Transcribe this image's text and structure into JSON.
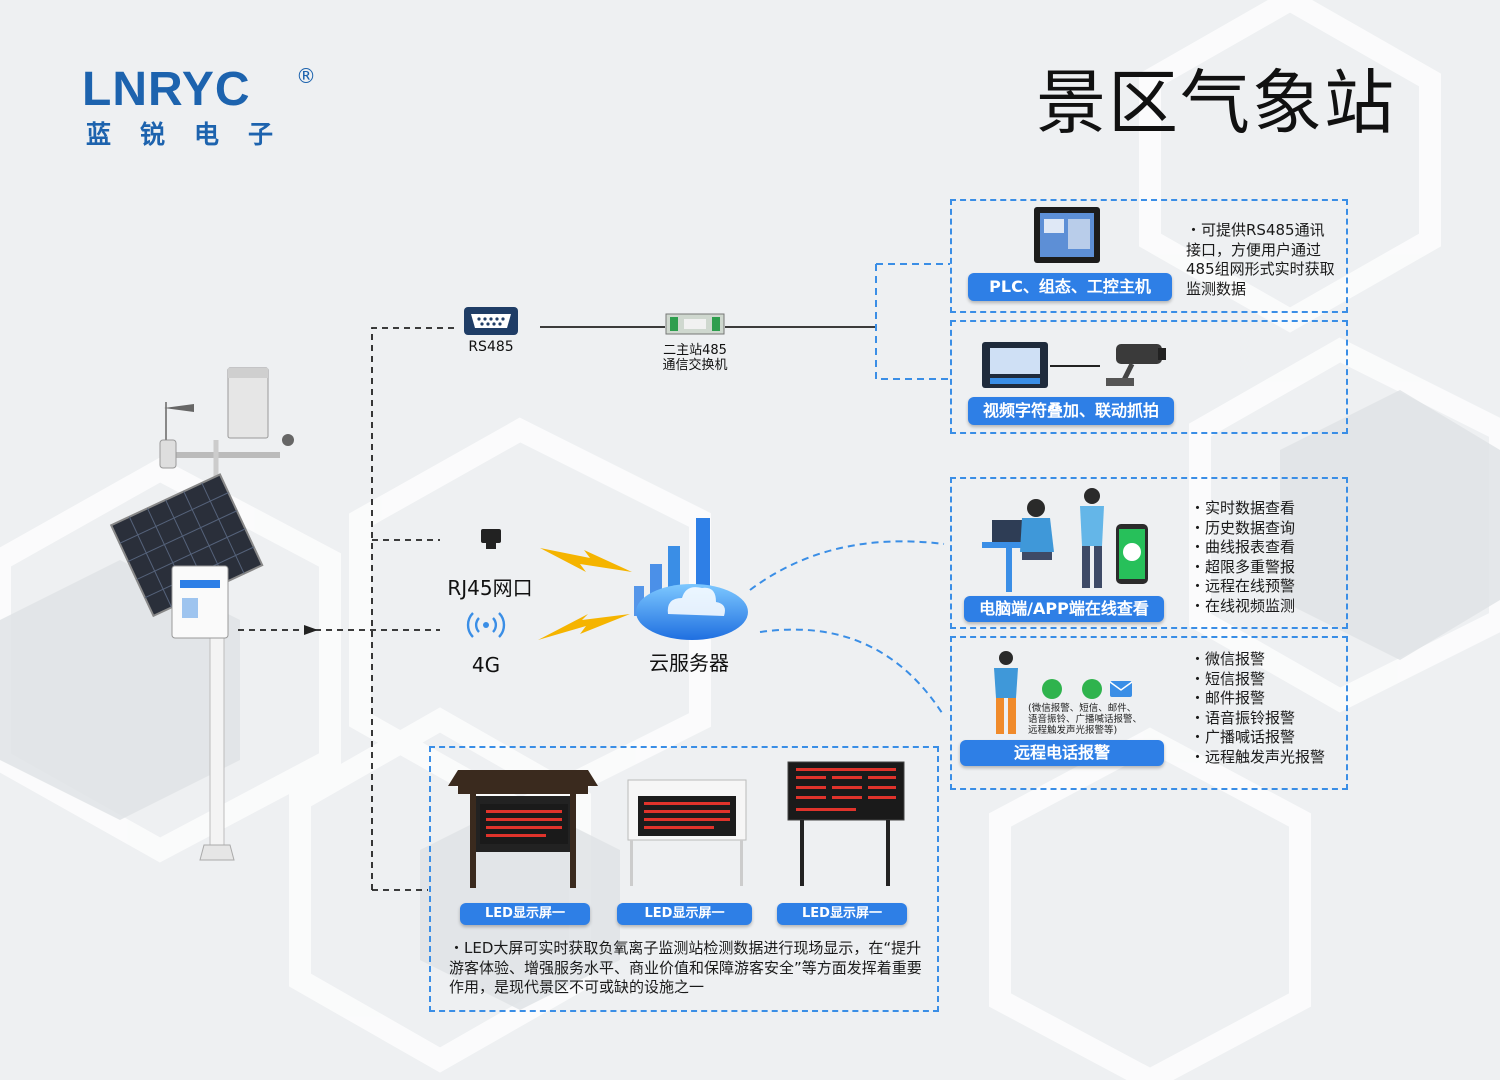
{
  "brand": {
    "name_en": "LNRYC",
    "registered_mark": "®",
    "name_cn": "蓝锐电子"
  },
  "title": "景区气象站",
  "wired": {
    "rs485_label": "RS485",
    "switch_label_line1": "二主站485",
    "switch_label_line2": "通信交换机"
  },
  "network": {
    "rj45_label": "RJ45网口",
    "g4_label": "4G",
    "cloud_label": "云服务器"
  },
  "plc_box": {
    "pill": "PLC、组态、工控主机",
    "desc": "・可提供RS485通讯接口，方便用户通过485组网形式实时获取监测数据"
  },
  "video_box": {
    "pill": "视频字符叠加、联动抓拍"
  },
  "online_box": {
    "pill": "电脑端/APP端在线查看",
    "features": [
      "・实时数据查看",
      "・历史数据查询",
      "・曲线报表查看",
      "・超限多重警报",
      "・远程在线预警",
      "・在线视频监测"
    ]
  },
  "alarm_box": {
    "pill": "远程电话报警",
    "caption_line1": "(微信报警、短信、邮件、",
    "caption_line2": "语音振铃、广播喊话报警、",
    "caption_line3": "远程触发声光报警等)",
    "features": [
      "・微信报警",
      "・短信报警",
      "・邮件报警",
      "・语音振铃报警",
      "・广播喊话报警",
      "・远程触发声光报警"
    ]
  },
  "led_box": {
    "screens": [
      "LED显示屏一",
      "LED显示屏一",
      "LED显示屏一"
    ],
    "desc": "・LED大屏可实时获取负氧离子监测站检测数据进行现场显示，在“提升游客体验、增强服务水平、商业价值和保障游客安全”等方面发挥着重要作用，是现代景区不可或缺的设施之一"
  },
  "colors": {
    "brand_blue": "#1d63ae",
    "accent_blue": "#2e7fe6",
    "dash_blue": "#3a8ee6",
    "bolt": "#f5b400"
  }
}
